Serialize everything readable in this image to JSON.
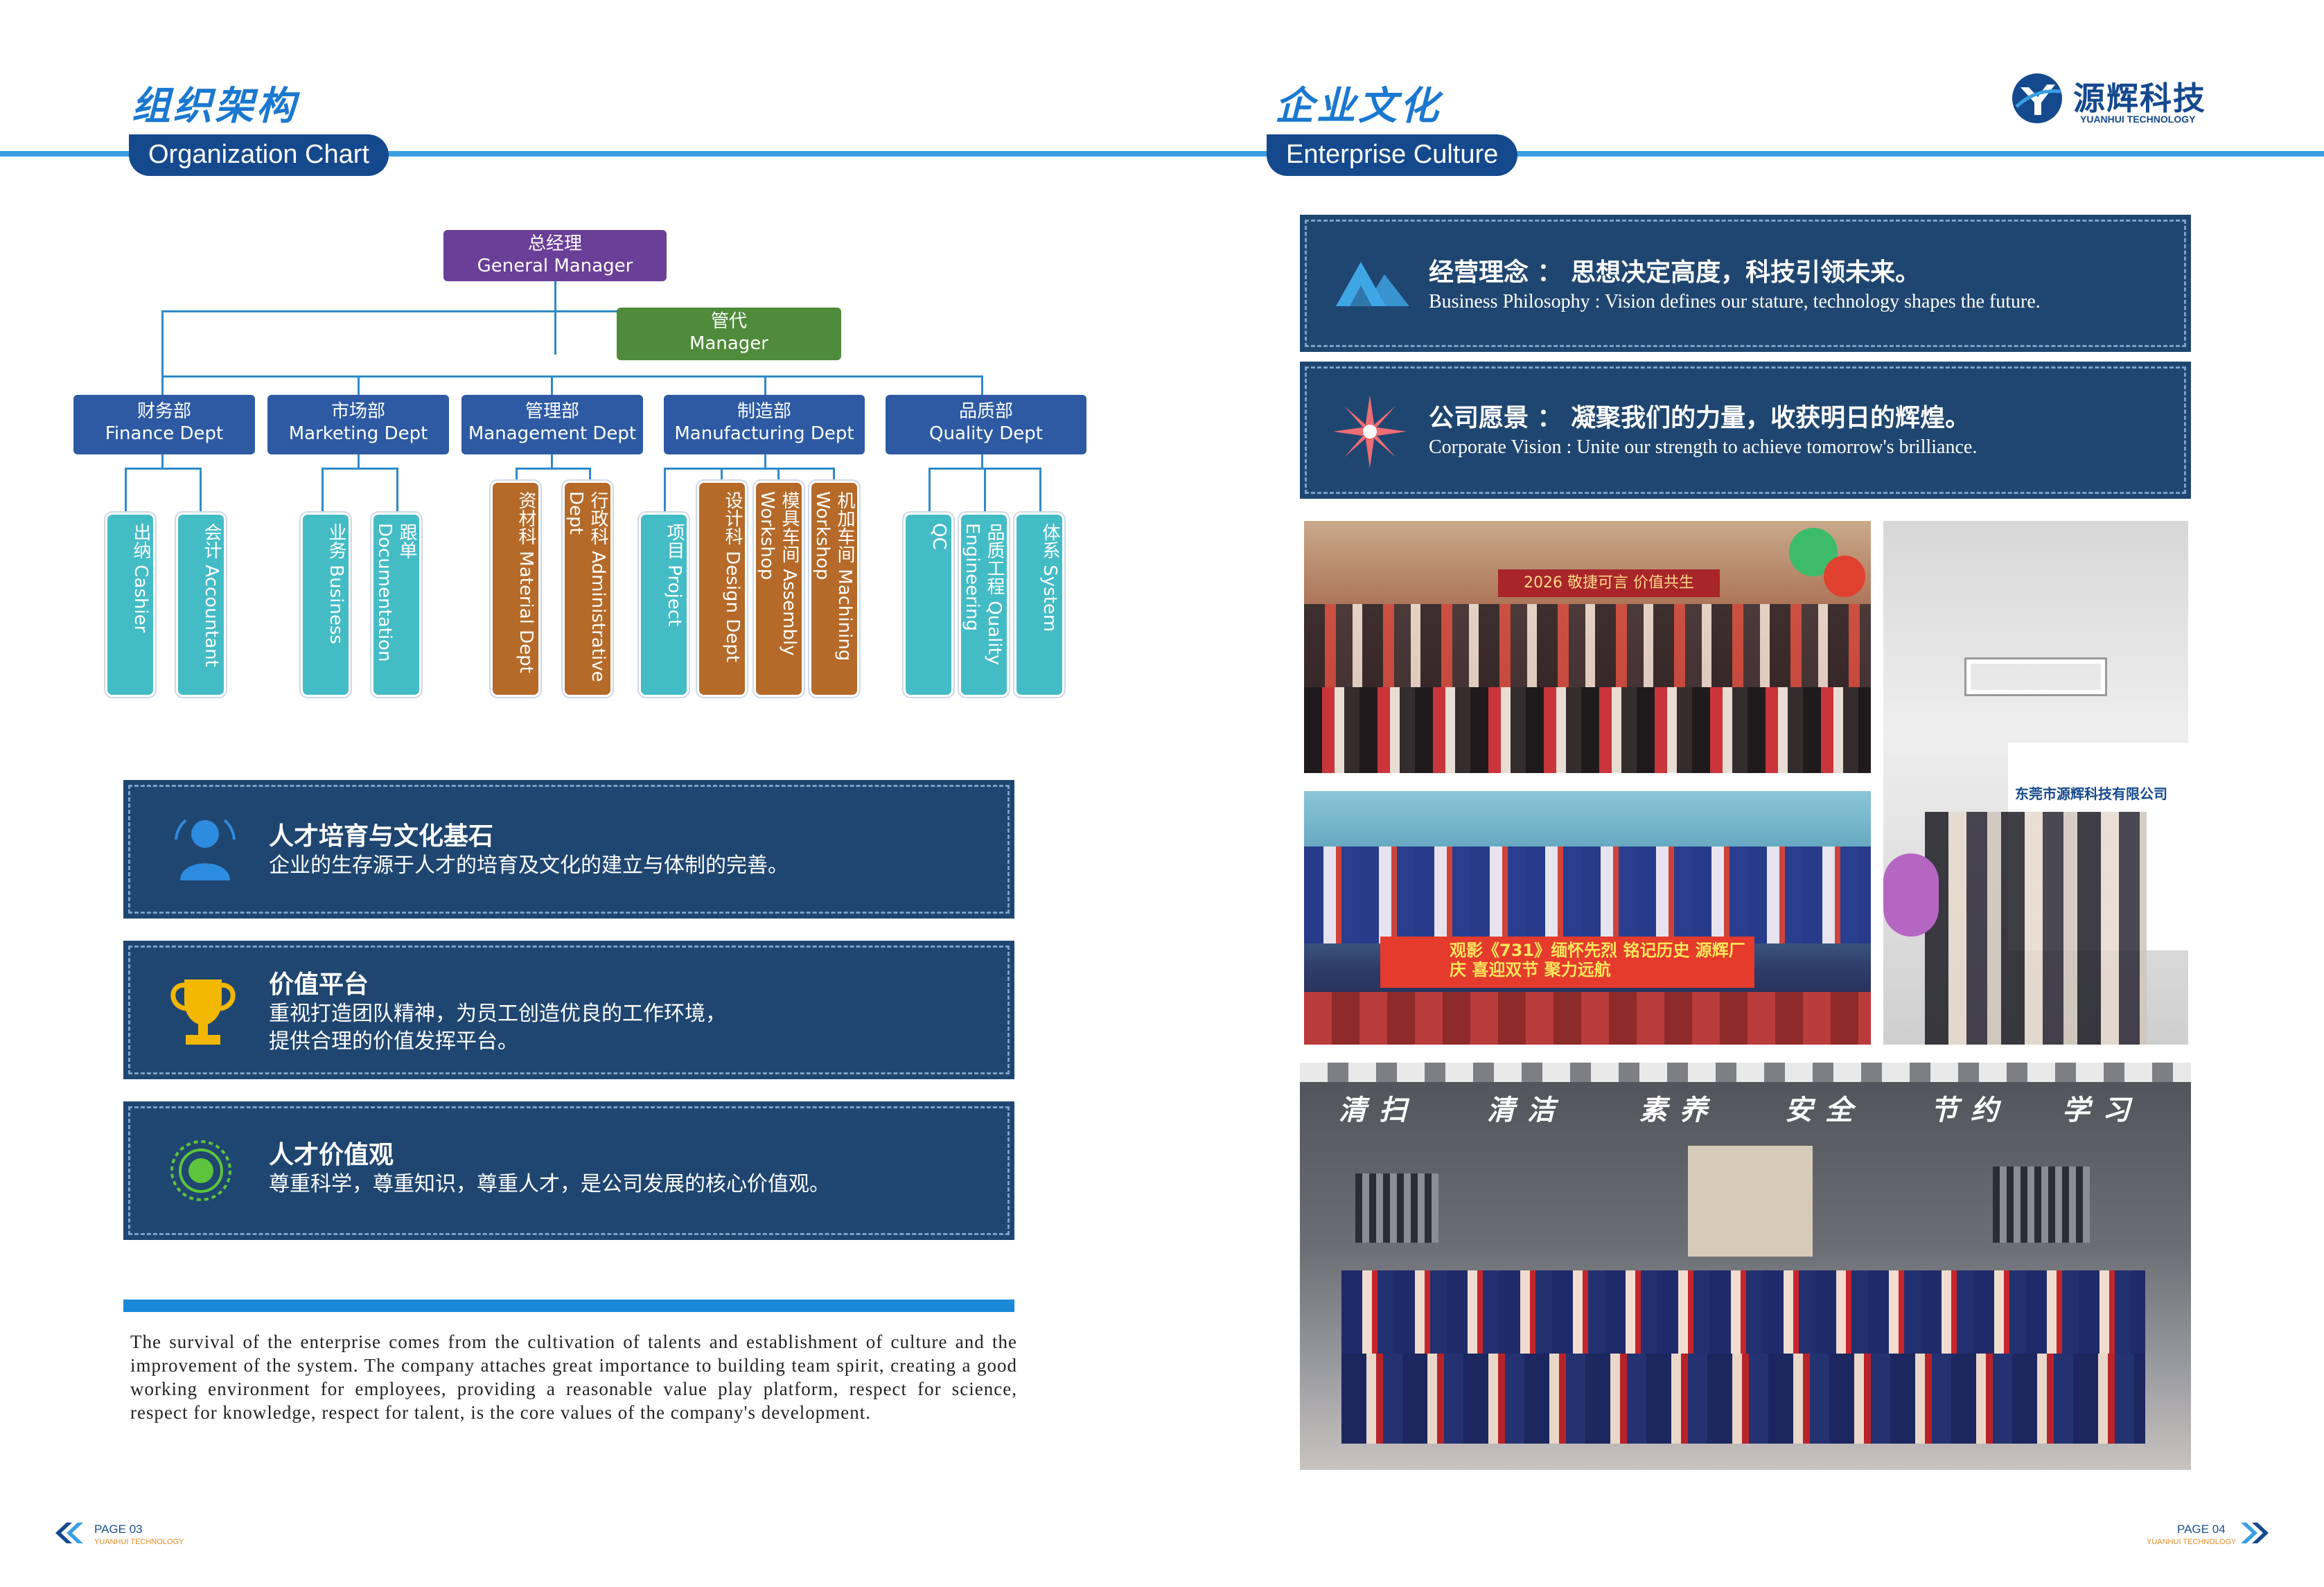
{
  "left": {
    "title_zh": "组织架构",
    "title_en": "Organization Chart",
    "org": {
      "gm": {
        "zh": "总经理",
        "en": "General Manager"
      },
      "mgr": {
        "zh": "管代",
        "en": "Manager"
      },
      "depts": [
        {
          "zh": "财务部",
          "en": "Finance Dept"
        },
        {
          "zh": "市场部",
          "en": "Marketing Dept"
        },
        {
          "zh": "管理部",
          "en": "Management Dept"
        },
        {
          "zh": "制造部",
          "en": "Manufacturing Dept"
        },
        {
          "zh": "品质部",
          "en": "Quality Dept"
        }
      ],
      "leaves": [
        "出纳 Cashier",
        "会计 Accountant",
        "业务 Business",
        "跟单 Documentation",
        "资材科 Material Dept",
        "行政科 Administrative Dept",
        "项目 Project",
        "设计科 Design Dept",
        "模具车间 Assembly Workshop",
        "机加车间 Machining Workshop",
        "QC",
        "品质工程 Quality Engineering",
        "体系 System"
      ]
    },
    "info": [
      {
        "title": "人才培育与文化基石",
        "text": "企业的生存源于人才的培育及文化的建立与体制的完善。",
        "icon": "person-icon"
      },
      {
        "title": "价值平台",
        "text1": "重视打造团队精神，为员工创造优良的工作环境，",
        "text2": "提供合理的价值发挥平台。",
        "icon": "trophy-icon"
      },
      {
        "title": "人才价值观",
        "text": "尊重科学，尊重知识，尊重人才，是公司发展的核心价值观。",
        "icon": "target-icon"
      }
    ],
    "paragraph": "The survival of the enterprise comes from the cultivation of talents and establishment of culture and the improvement of the system. The company attaches great importance to building team spirit, creating a good working environment for employees, providing a reasonable value play platform, respect for science, respect for knowledge, respect for talent, is the core values of the company's development.",
    "page_label": "PAGE 03",
    "page_sub": "YUANHUI TECHNOLOGY"
  },
  "right": {
    "title_zh": "企业文化",
    "title_en": "Enterprise  Culture",
    "brand_zh": "源辉科技",
    "brand_en": "YUANHUI TECHNOLOGY",
    "philosophy": {
      "title": "经营理念 ： 思想决定高度，科技引领未来。",
      "sub": "Business Philosophy : Vision defines our stature, technology shapes the future.",
      "icon": "mountain-icon"
    },
    "vision": {
      "title": "公司愿景 ： 凝聚我们的力量，收获明日的辉煌。",
      "sub": "Corporate Vision : Unite our strength to achieve tomorrow's brilliance.",
      "icon": "starburst-icon"
    },
    "photos": {
      "banner_2026": "2026 敬捷可言 价值共生",
      "company_wall": "东莞市源辉科技有限公司",
      "event_banner": "观影《731》缅怀先烈 铭记历史 源辉厂庆 喜迎双节 聚力远航",
      "slogans": [
        "清扫",
        "清洁",
        "素养",
        "安全",
        "节约",
        "学习"
      ]
    },
    "page_label": "PAGE 04",
    "page_sub": "YUANHUI TECHNOLOGY"
  },
  "colors": {
    "primary": "#15498e",
    "accent": "#3a9fe4",
    "box": "#1f4670",
    "teal": "#44bcc6",
    "brown": "#b56a29"
  }
}
